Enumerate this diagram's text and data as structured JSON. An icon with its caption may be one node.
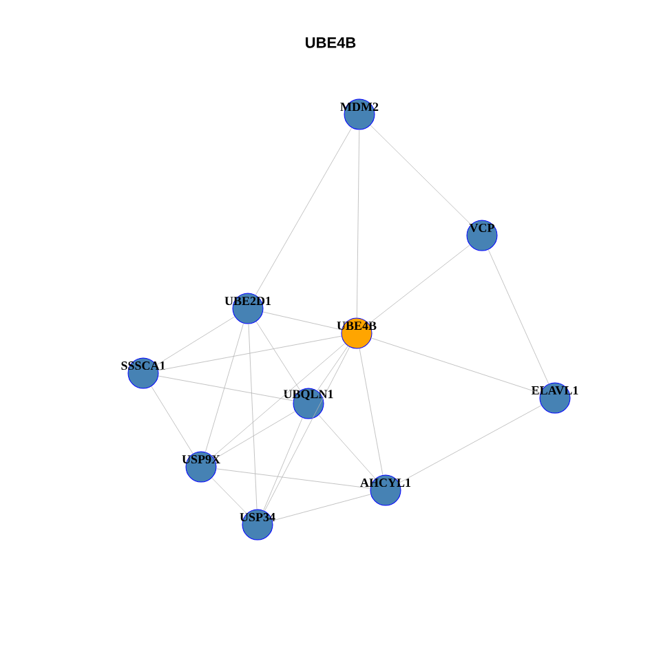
{
  "diagram": {
    "title": "UBE4B",
    "nodes": [
      {
        "text": [
          "MDM2"
        ]
      },
      {
        "text": [
          "VCP"
        ]
      },
      {
        "text": [
          "UBE2D1"
        ]
      },
      {
        "text": [
          "UBE4B"
        ]
      },
      {
        "text": [
          "SSSCA1"
        ]
      },
      {
        "text": [
          "ELAVL1"
        ]
      },
      {
        "text": [
          "UBQLN1"
        ]
      },
      {
        "text": [
          "USP9X"
        ]
      },
      {
        "text": [
          "AHCYL1"
        ]
      },
      {
        "text": [
          "USP34"
        ]
      }
    ],
    "edges": [
      {
        "from": 0,
        "to": 2,
        "arrow": "none"
      },
      {
        "from": 0,
        "to": 3,
        "arrow": "none"
      },
      {
        "from": 0,
        "to": 1,
        "arrow": "none"
      },
      {
        "from": 1,
        "to": 3,
        "arrow": "none"
      },
      {
        "from": 1,
        "to": 5,
        "arrow": "none"
      },
      {
        "from": 3,
        "to": 7,
        "arrow": "none"
      },
      {
        "from": 2,
        "to": 3,
        "arrow": "none"
      },
      {
        "from": 2,
        "to": 4,
        "arrow": "none"
      },
      {
        "from": 2,
        "to": 6,
        "arrow": "none"
      },
      {
        "from": 2,
        "to": 7,
        "arrow": "none"
      },
      {
        "from": 2,
        "to": 9,
        "arrow": "none"
      },
      {
        "from": 3,
        "to": 4,
        "arrow": "none"
      },
      {
        "from": 3,
        "to": 5,
        "arrow": "none"
      },
      {
        "from": 3,
        "to": 6,
        "arrow": "none"
      },
      {
        "from": 3,
        "to": 9,
        "arrow": "none"
      },
      {
        "from": 3,
        "to": 8,
        "arrow": "none"
      },
      {
        "from": 4,
        "to": 6,
        "arrow": "none"
      },
      {
        "from": 4,
        "to": 7,
        "arrow": "none"
      },
      {
        "from": 6,
        "to": 7,
        "arrow": "none"
      },
      {
        "from": 6,
        "to": 9,
        "arrow": "none"
      },
      {
        "from": 6,
        "to": 8,
        "arrow": "none"
      },
      {
        "from": 7,
        "to": 9,
        "arrow": "none"
      },
      {
        "from": 7,
        "to": 8,
        "arrow": "none"
      },
      {
        "from": 9,
        "to": 8,
        "arrow": "none"
      },
      {
        "from": 5,
        "to": 8,
        "arrow": "none"
      }
    ]
  }
}
